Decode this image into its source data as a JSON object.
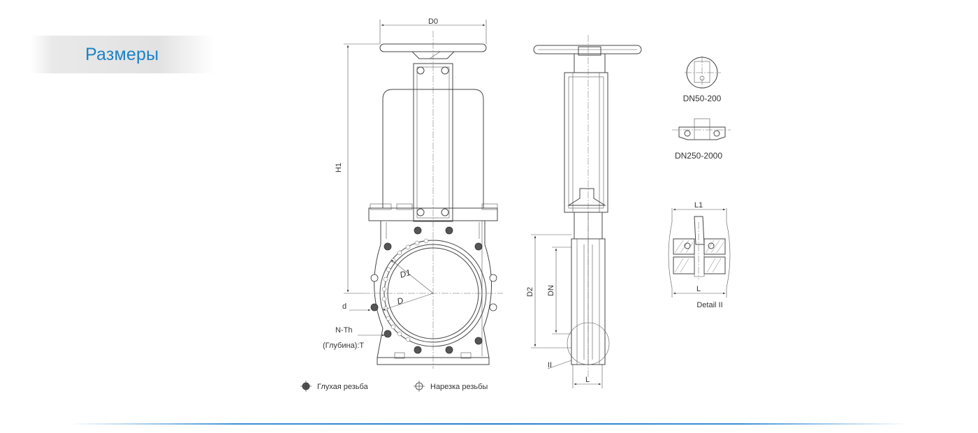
{
  "section": {
    "heading": "Размеры"
  },
  "front_view": {
    "dim_d0": "D0",
    "dim_h1": "H1",
    "dim_d1": "D1",
    "dim_d": "D",
    "dim_small_d": "d",
    "dim_nth": "N-Th",
    "dim_depth": "(Глубина):T"
  },
  "side_view": {
    "dim_d2": "D2",
    "dim_dn": "DN",
    "dim_l": "L",
    "detail_ref": "II"
  },
  "variants": {
    "small": "DN50-200",
    "large": "DN250-2000"
  },
  "detail": {
    "dim_l1": "L1",
    "dim_l": "L",
    "caption": "Detail II"
  },
  "legend": {
    "blind_thread": "Глухая резьба",
    "through_thread": "Нарезка резьбы"
  },
  "colors": {
    "heading": "#1b82c5",
    "rule": "#2a7fcf",
    "line": "#444444"
  }
}
